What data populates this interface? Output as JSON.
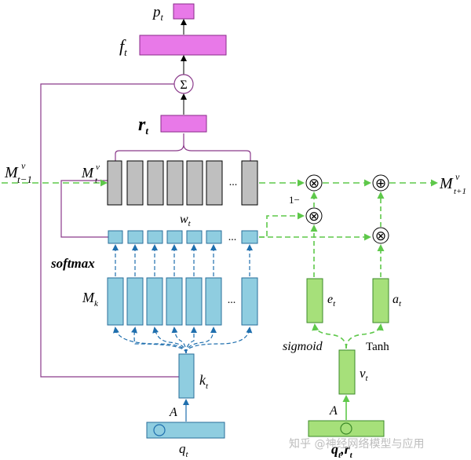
{
  "labels": {
    "p_t": "p",
    "p_t_sub": "t",
    "f_t": "f",
    "f_t_sub": "t",
    "sum": "Σ",
    "r_t": "r",
    "r_t_sub": "t",
    "m_prev": "M",
    "m_prev_sup": "v",
    "m_prev_sub": "t−1",
    "m_t": "M",
    "m_t_sup": "v",
    "m_t_sub": "t",
    "m_next": "M",
    "m_next_sup": "v",
    "m_next_sub": "t+1",
    "w_t": "w",
    "w_t_sub": "t",
    "softmax": "softmax",
    "m_k": "M",
    "m_k_sub": "k",
    "dots": "...",
    "k_t": "k",
    "k_t_sub": "t",
    "A_left": "A",
    "q_t": "q",
    "q_t_sub": "t",
    "e_t": "e",
    "e_t_sub": "t",
    "a_t": "a",
    "a_t_sub": "t",
    "sigmoid": "sigmoid",
    "tanh": "Tanh",
    "v_t": "v",
    "v_t_sub": "t",
    "A_right": "A",
    "qr_t": "q",
    "qr_t_sub": "t",
    "qr_comma": ",",
    "qr_r": "r",
    "qr_r_sub": "t",
    "one_minus": "1−",
    "times": "⊗",
    "plus": "⊕"
  },
  "watermark": "知乎 @神经网络模型与应用",
  "colors": {
    "magenta_fill": "#e879e8",
    "magenta_stroke": "#8a2a8a",
    "purple_line": "#8b3a8b",
    "gray_fill": "#bfbfbf",
    "blue_fill": "#8fcde0",
    "blue_stroke": "#2a6e9a",
    "blue_arrow": "#1f6fae",
    "green_fill": "#a6e07a",
    "green_stroke": "#3c8a2a",
    "green_line": "#5ec84a",
    "black": "#000000"
  }
}
